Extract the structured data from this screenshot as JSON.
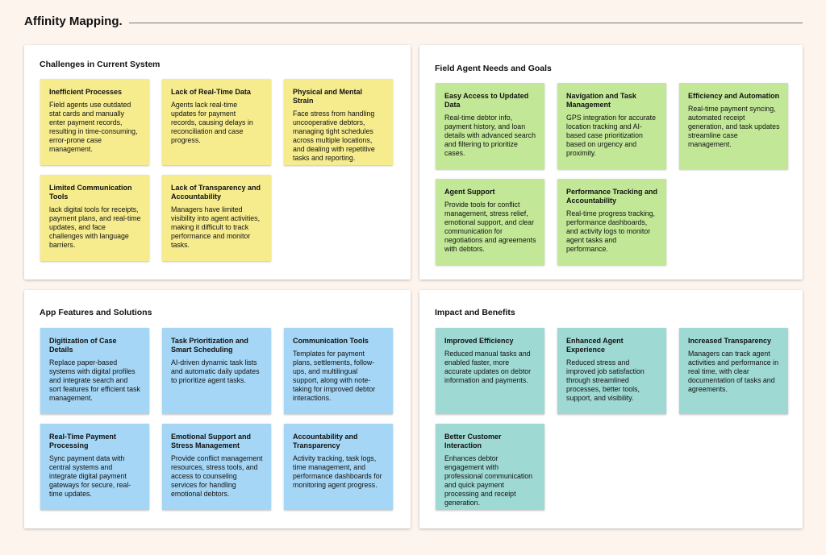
{
  "title": "Affinity Mapping.",
  "panels": [
    {
      "title": "Challenges in Current System",
      "color": "#f6ec8e",
      "cards": [
        {
          "title": "Inefficient Processes",
          "body": "Field agents use outdated stat cards and manually enter payment records, resulting in time-consuming, error-prone case management."
        },
        {
          "title": "Lack of Real-Time Data",
          "body": "Agents lack real-time updates for payment records, causing delays in reconciliation and case progress."
        },
        {
          "title": "Physical and Mental Strain",
          "body": "Face stress from handling uncooperative debtors, managing tight schedules across multiple locations, and dealing with repetitive tasks and reporting."
        },
        {
          "title": "Limited Communication Tools",
          "body": "lack digital tools for receipts, payment plans, and real-time updates, and face challenges with language barriers."
        },
        {
          "title": "Lack of Transparency and Accountability",
          "body": "Managers have limited visibility into agent activities, making it difficult to track performance and monitor tasks."
        }
      ]
    },
    {
      "title": "Field Agent Needs and Goals",
      "color": "#c2e897",
      "cards": [
        {
          "title": "Easy Access to Updated Data",
          "body": "Real-time debtor info, payment history, and loan details with advanced search and filtering to prioritize cases."
        },
        {
          "title": "Navigation and Task Management",
          "body": "GPS integration for accurate location tracking and AI-based case prioritization based on urgency and proximity."
        },
        {
          "title": "Efficiency and Automation",
          "body": "Real-time payment syncing, automated receipt generation, and task updates streamline case management."
        },
        {
          "title": "Agent Support",
          "body": "Provide tools for conflict management, stress relief, emotional support, and clear communication for negotiations and agreements with debtors."
        },
        {
          "title": "Performance Tracking and Accountability",
          "body": "Real-time progress tracking, performance dashboards, and activity logs to monitor agent tasks and performance."
        }
      ]
    },
    {
      "title": "App Features and Solutions",
      "color": "#a5d6f5",
      "cards": [
        {
          "title": "Digitization of Case Details",
          "body": "Replace paper-based systems with digital profiles and integrate search and sort features for efficient task management."
        },
        {
          "title": "Task Prioritization and Smart Scheduling",
          "body": "AI-driven dynamic task lists and automatic daily updates to prioritize agent tasks."
        },
        {
          "title": "Communication Tools",
          "body": "Templates for payment plans, settlements, follow-ups, and multilingual support, along with note-taking for improved debtor interactions."
        },
        {
          "title": "Real-Time Payment Processing",
          "body": "Sync payment data with central systems and integrate digital payment gateways for secure, real-time updates."
        },
        {
          "title": "Emotional Support and Stress Management",
          "body": "Provide conflict management resources, stress tools, and access to counseling services for handling emotional debtors."
        },
        {
          "title": "Accountability and Transparency",
          "body": "Activity tracking, task logs, time management, and performance dashboards for monitoring agent progress."
        }
      ]
    },
    {
      "title": "Impact and Benefits",
      "color": "#9fd9d3",
      "cards": [
        {
          "title": "Improved Efficiency",
          "body": "Reduced manual tasks and enabled faster, more accurate updates on debtor information and payments."
        },
        {
          "title": "Enhanced Agent Experience",
          "body": "Reduced stress and improved job satisfaction through streamlined processes, better tools, support, and visibility."
        },
        {
          "title": "Increased Transparency",
          "body": "Managers can track agent activities and performance in real time, with clear documentation of tasks and agreements."
        },
        {
          "title": "Better Customer Interaction",
          "body": "Enhances debtor engagement with professional communication and quick payment processing and receipt generation."
        }
      ]
    }
  ]
}
